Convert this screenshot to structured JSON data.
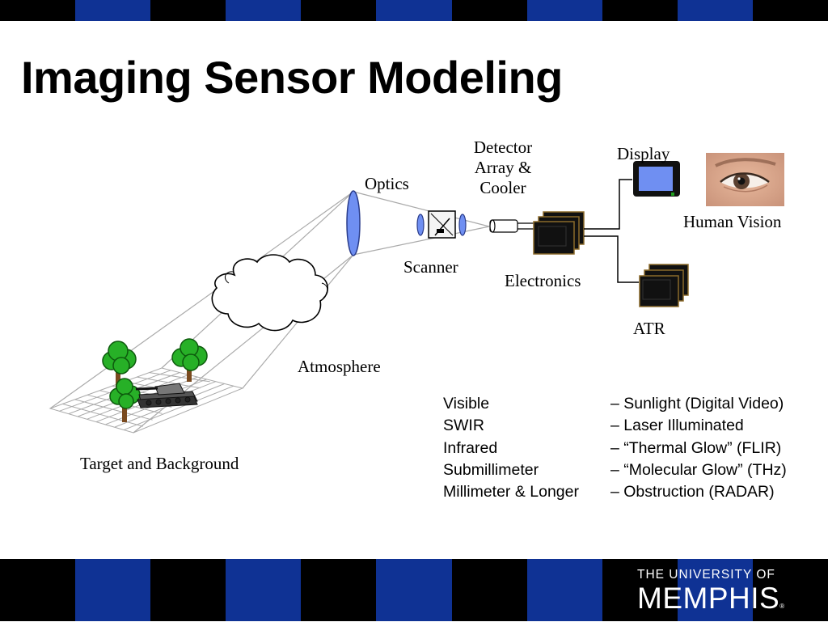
{
  "slide": {
    "title": "Imaging Sensor Modeling",
    "colors": {
      "stripe_blue": "#0f3294",
      "stripe_black": "#000000",
      "lens_blue": "#6f8ff2"
    }
  },
  "diagram": {
    "labels": {
      "detector": "Detector\nArray &\nCooler",
      "display": "Display",
      "optics": "Optics",
      "human_vision": "Human Vision",
      "scanner": "Scanner",
      "electronics": "Electronics",
      "atr": "ATR",
      "atmosphere": "Atmosphere",
      "target_background": "Target and Background"
    },
    "icons": [
      "lens-icon",
      "cloud-icon",
      "tree-icon",
      "tank-icon",
      "scanner-icon",
      "dewar-icon",
      "electronics-boards-icon",
      "monitor-icon",
      "eye-photo",
      "atr-boards-icon"
    ]
  },
  "bands": [
    {
      "name": "Visible",
      "desc": "– Sunlight (Digital Video)"
    },
    {
      "name": "SWIR",
      "desc": "– Laser Illuminated"
    },
    {
      "name": "Infrared",
      "desc": "–  “Thermal Glow” (FLIR)"
    },
    {
      "name": "Submillimeter",
      "desc": "–  “Molecular Glow” (THz)"
    },
    {
      "name": "Millimeter & Longer",
      "desc": "–  Obstruction (RADAR)"
    }
  ],
  "logo": {
    "line1": "THE UNIVERSITY OF",
    "line2": "MEMPHIS",
    "mark": "®"
  }
}
